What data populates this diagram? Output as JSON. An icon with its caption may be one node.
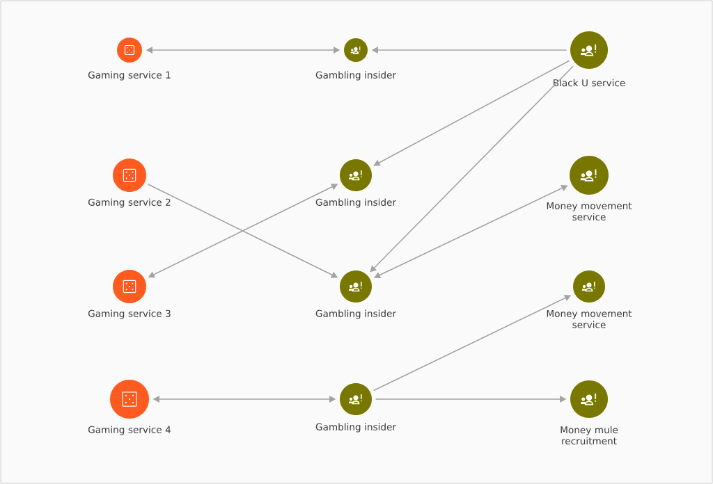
{
  "diagram": {
    "nodes": [
      {
        "text": [
          "Gaming service 1"
        ]
      },
      {
        "text": [
          "Gambling insider"
        ]
      },
      {
        "text": [
          "Black U service"
        ]
      },
      {
        "text": [
          "Gaming service 2"
        ]
      },
      {
        "text": [
          "Gambling insider"
        ]
      },
      {
        "text": [
          "Money movement service"
        ]
      },
      {
        "text": [
          "Gaming service 3"
        ]
      },
      {
        "text": [
          "Gambling insider"
        ]
      },
      {
        "text": [
          "Money movement service"
        ]
      },
      {
        "text": [
          "Gaming service 4"
        ]
      },
      {
        "text": [
          "Gambling insider"
        ]
      },
      {
        "text": [
          "Money mule recruitment"
        ]
      }
    ],
    "edges": [
      {
        "from": 0,
        "to": 1,
        "arrow": "both"
      },
      {
        "from": 2,
        "to": 1,
        "arrow": "to"
      },
      {
        "from": 2,
        "to": 4,
        "arrow": "to"
      },
      {
        "from": 2,
        "to": 7,
        "arrow": "to"
      },
      {
        "from": 3,
        "to": 7,
        "arrow": "to"
      },
      {
        "from": 4,
        "to": 6,
        "arrow": "both"
      },
      {
        "from": 7,
        "to": 5,
        "arrow": "both"
      },
      {
        "from": 9,
        "to": 10,
        "arrow": "both"
      },
      {
        "from": 10,
        "to": 8,
        "arrow": "to"
      },
      {
        "from": 10,
        "to": 11,
        "arrow": "to"
      }
    ]
  }
}
